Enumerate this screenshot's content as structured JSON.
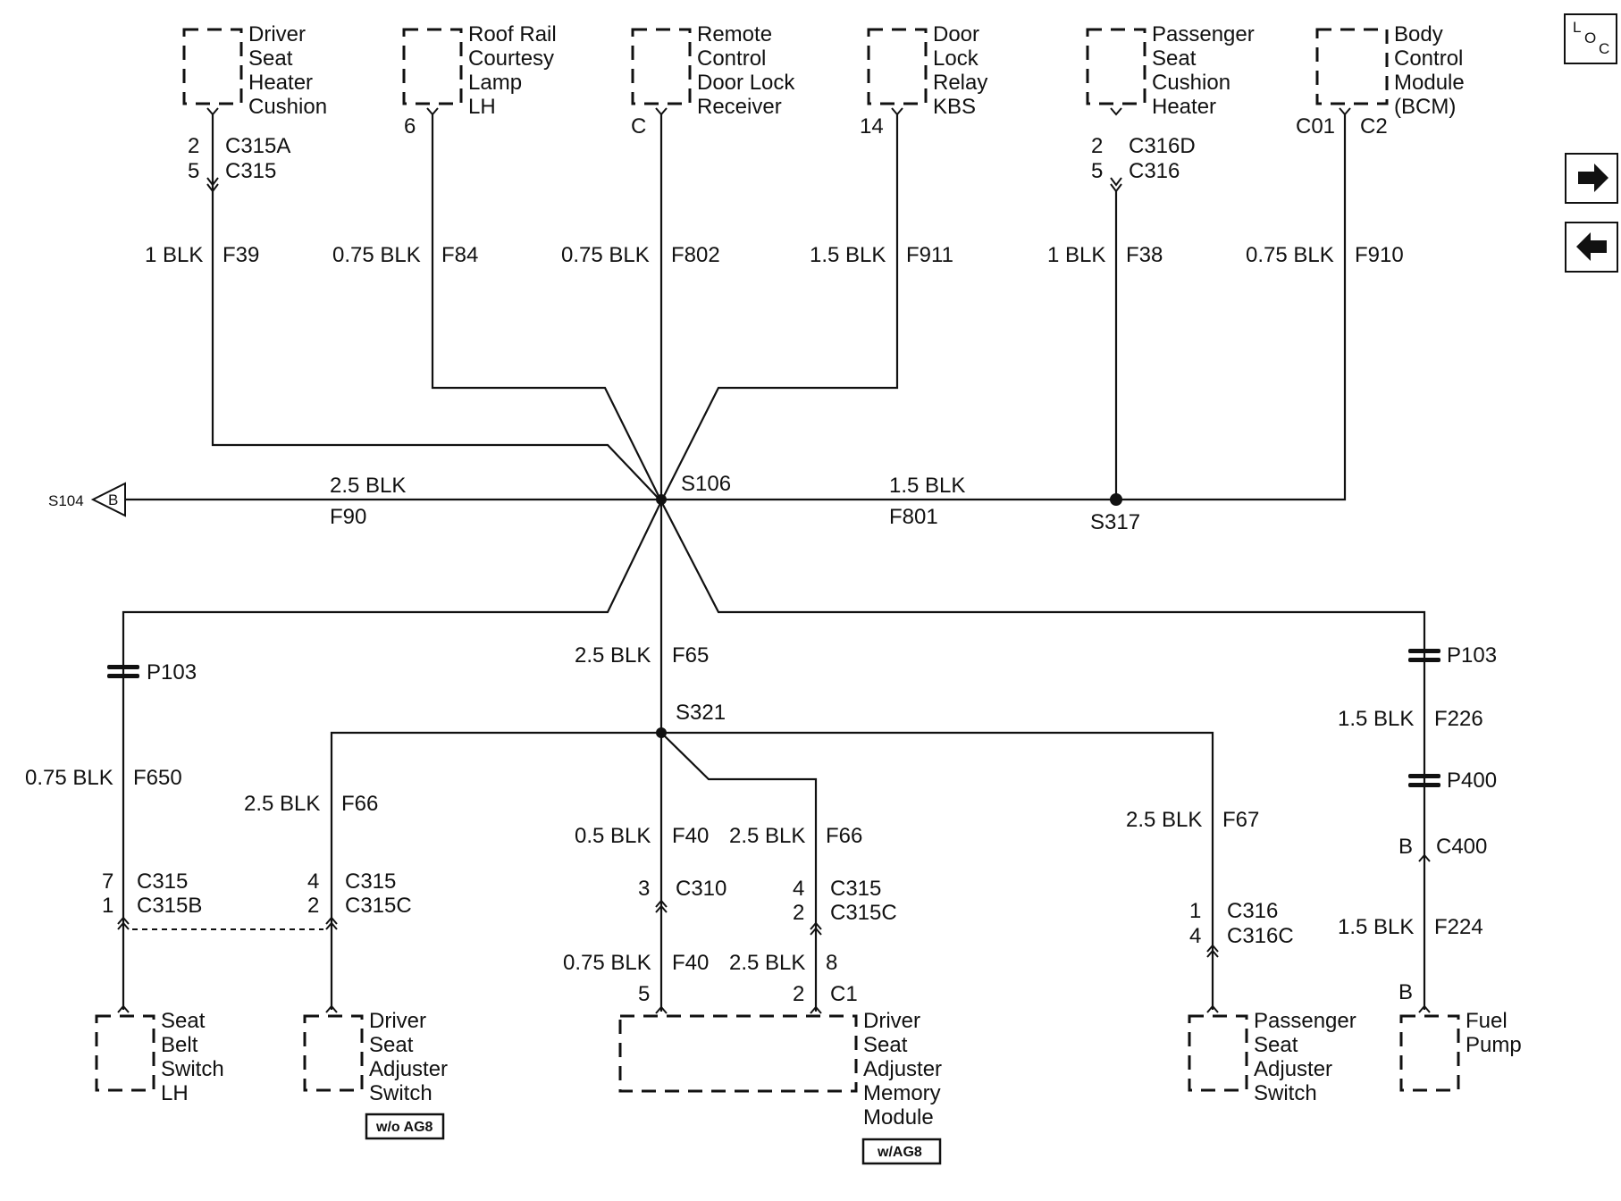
{
  "components": {
    "driver_seat_heater": [
      "Driver",
      "Seat",
      "Heater",
      "Cushion"
    ],
    "roof_rail_lamp": [
      "Roof Rail",
      "Courtesy",
      "Lamp",
      "LH"
    ],
    "remote_receiver": [
      "Remote",
      "Control",
      "Door Lock",
      "Receiver"
    ],
    "door_lock_relay": [
      "Door",
      "Lock",
      "Relay",
      "KBS"
    ],
    "pass_seat_heater": [
      "Passenger",
      "Seat",
      "Cushion",
      "Heater"
    ],
    "bcm": [
      "Body",
      "Control",
      "Module",
      "(BCM)"
    ],
    "seat_belt_switch": [
      "Seat",
      "Belt",
      "Switch",
      "LH"
    ],
    "driver_seat_adjuster_switch": [
      "Driver",
      "Seat",
      "Adjuster",
      "Switch"
    ],
    "memory_module": [
      "Driver",
      "Seat",
      "Adjuster",
      "Memory",
      "Module"
    ],
    "pass_seat_adjuster_switch": [
      "Passenger",
      "Seat",
      "Adjuster",
      "Switch"
    ],
    "fuel_pump": [
      "Fuel",
      "Pump"
    ]
  },
  "top_pins": {
    "dsh_a": "2",
    "dsh_b": "5",
    "dsh_ca": "C315A",
    "dsh_cb": "C315",
    "roof": "6",
    "remote": "C",
    "relay": "14",
    "psh_a": "2",
    "psh_b": "5",
    "psh_ca": "C316D",
    "psh_cb": "C316",
    "bcm_a": "C01",
    "bcm_b": "C2"
  },
  "top_wires": {
    "f39_gauge": "1 BLK",
    "f39_circuit": "F39",
    "f84_gauge": "0.75 BLK",
    "f84_circuit": "F84",
    "f802_gauge": "0.75 BLK",
    "f802_circuit": "F802",
    "f911_gauge": "1.5 BLK",
    "f911_circuit": "F911",
    "f38_gauge": "1 BLK",
    "f38_circuit": "F38",
    "f910_gauge": "0.75 BLK",
    "f910_circuit": "F910"
  },
  "middle": {
    "s104": "S104",
    "s104_conn": "B",
    "f90_gauge": "2.5 BLK",
    "f90_circuit": "F90",
    "s106": "S106",
    "f801_gauge": "1.5 BLK",
    "f801_circuit": "F801",
    "s317": "S317",
    "p103_left": "P103",
    "p103_right": "P103",
    "f65_gauge": "2.5 BLK",
    "f65_circuit": "F65",
    "s321": "S321",
    "f226_gauge": "1.5 BLK",
    "f226_circuit": "F226",
    "p400": "P400"
  },
  "bottom_wires": {
    "f650_gauge": "0.75 BLK",
    "f650_circuit": "F650",
    "f66a_gauge": "2.5 BLK",
    "f66a_circuit": "F66",
    "f40_gauge": "0.5 BLK",
    "f40_circuit": "F40",
    "f66b_gauge": "2.5 BLK",
    "f66b_circuit": "F66",
    "f67_gauge": "2.5 BLK",
    "f67_circuit": "F67",
    "f40b_gauge": "0.75 BLK",
    "f40b_circuit": "F40",
    "f8_gauge": "2.5 BLK",
    "f8_circuit": "8",
    "f224_gauge": "1.5 BLK",
    "f224_circuit": "F224"
  },
  "bottom_pins": {
    "sb_a": "7",
    "sb_b": "1",
    "sb_ca": "C315",
    "sb_cb": "C315B",
    "dsa_a": "4",
    "dsa_b": "2",
    "dsa_ca": "C315",
    "dsa_cb": "C315C",
    "c310_pin": "3",
    "c310": "C310",
    "mm_a": "4",
    "mm_b": "2",
    "mm_ca": "C315",
    "mm_cb": "C315C",
    "psa_a": "1",
    "psa_b": "4",
    "psa_ca": "C316",
    "psa_cb": "C316C",
    "c400_pin": "B",
    "c400": "C400",
    "mm_pin5": "5",
    "mm_pin2": "2",
    "mm_c1": "C1",
    "fp_pin": "B"
  },
  "options": {
    "wo_ag8": "w/o AG8",
    "w_ag8": "w/AG8"
  },
  "nav": {
    "loc_l": "L",
    "loc_o": "O",
    "loc_c": "C"
  }
}
